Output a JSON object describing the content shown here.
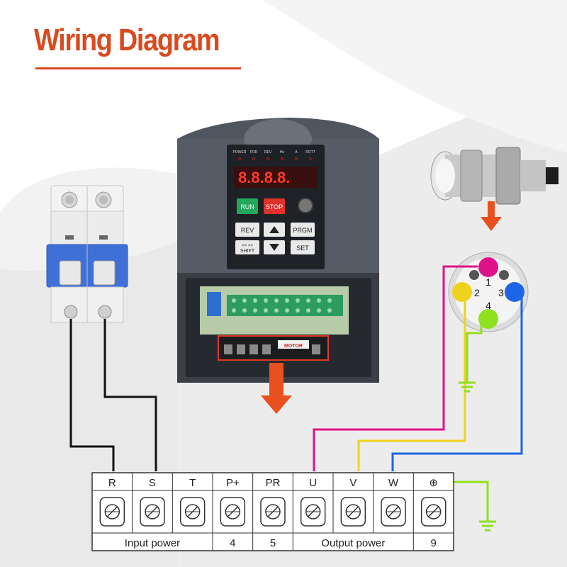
{
  "title": "Wiring Diagram",
  "colors": {
    "title": "#d94a1e",
    "arrow": "#e8501e",
    "wire_u": "#e0118c",
    "wire_v": "#f0d21e",
    "wire_w": "#1e64e6",
    "wire_ground": "#8fe01e",
    "wire_input": "#111111"
  },
  "vfd": {
    "leds": [
      "POWER",
      "FOR",
      "REV",
      "Hz",
      "A",
      "ROTT"
    ],
    "buttons": {
      "run": "RUN",
      "stop": "STOP",
      "rev": "REV",
      "prgm": "PRGM",
      "shift_top": ">> >>",
      "shift": "SHIFT",
      "set": "SET",
      "up_icon": "up-arrow-icon",
      "down_icon": "down-arrow-icon"
    },
    "motor_label": "MOTOR"
  },
  "connector_pins": [
    "1",
    "2",
    "3",
    "4"
  ],
  "terminals": [
    "R",
    "S",
    "T",
    "P+",
    "PR",
    "U",
    "V",
    "W",
    "⊕"
  ],
  "terminal_groups": [
    "Input power",
    "4",
    "5",
    "Output power",
    "9"
  ]
}
